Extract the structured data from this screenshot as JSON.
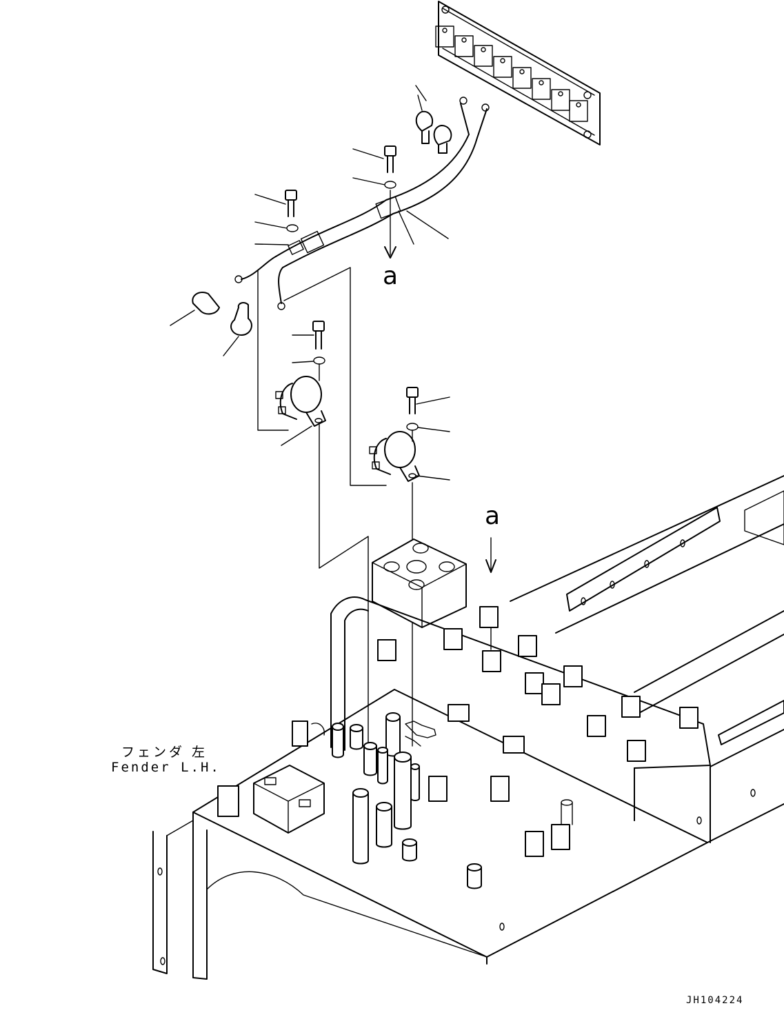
{
  "labels": {
    "fender_ja": "フェンダ 左",
    "fender_en": "Fender L.H.",
    "view_ref_1": "a",
    "view_ref_2": "a",
    "drawing_code": "JH104224"
  }
}
